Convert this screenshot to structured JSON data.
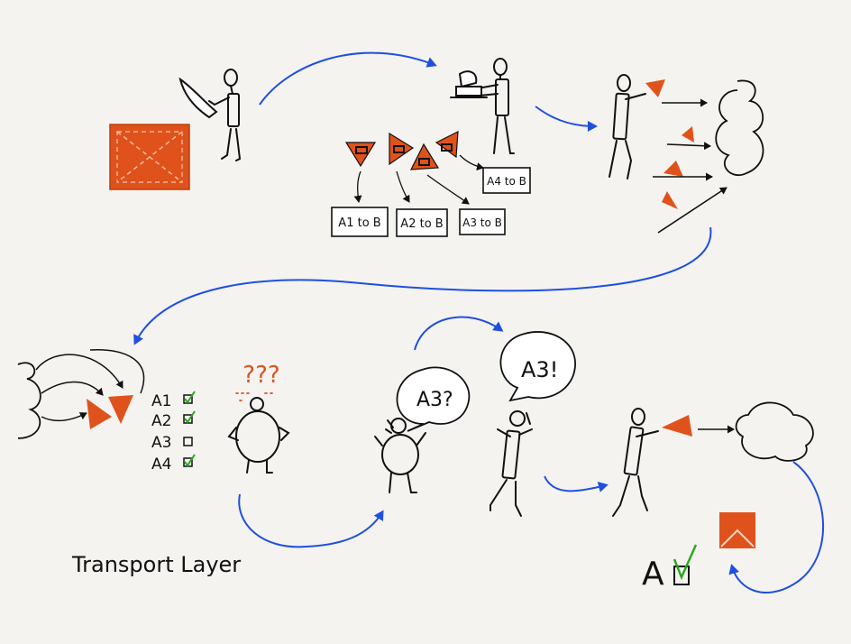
{
  "title": "Transport Layer",
  "labels": {
    "tag_a1": "A1 to B",
    "tag_a2": "A2 to B",
    "tag_a3": "A3 to B",
    "tag_a4": "A4 to B",
    "check_a1": "A1",
    "check_a2": "A2",
    "check_a3": "A3",
    "check_a4": "A4",
    "question_marks": "???",
    "bubble_query": "A3?",
    "bubble_reply": "A3!",
    "final_letter": "A"
  },
  "checklist_status": {
    "A1": "checked",
    "A2": "checked",
    "A3": "unchecked",
    "A4": "checked"
  },
  "colors": {
    "background": "#f4f3f0",
    "packet_orange": "#e0521b",
    "arrow_blue": "#1f4fe0",
    "ink": "#111111",
    "check_green": "#29a71a"
  }
}
